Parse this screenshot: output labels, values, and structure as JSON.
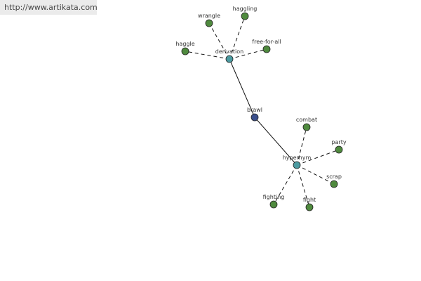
{
  "source_url": "http://www.artikata.com",
  "colors": {
    "center": "#3a4f8c",
    "relation": "#4b9aa0",
    "leaf": "#4f8a3e",
    "node_stroke": "#222222",
    "edge": "#111111"
  },
  "graph": {
    "center": "brawl",
    "relations": [
      {
        "name": "derivation",
        "words": [
          "haggle",
          "wrangle",
          "haggling",
          "free-for-all"
        ]
      },
      {
        "name": "hypernym",
        "words": [
          "combat",
          "party",
          "scrap",
          "fight",
          "fighting"
        ]
      }
    ]
  }
}
